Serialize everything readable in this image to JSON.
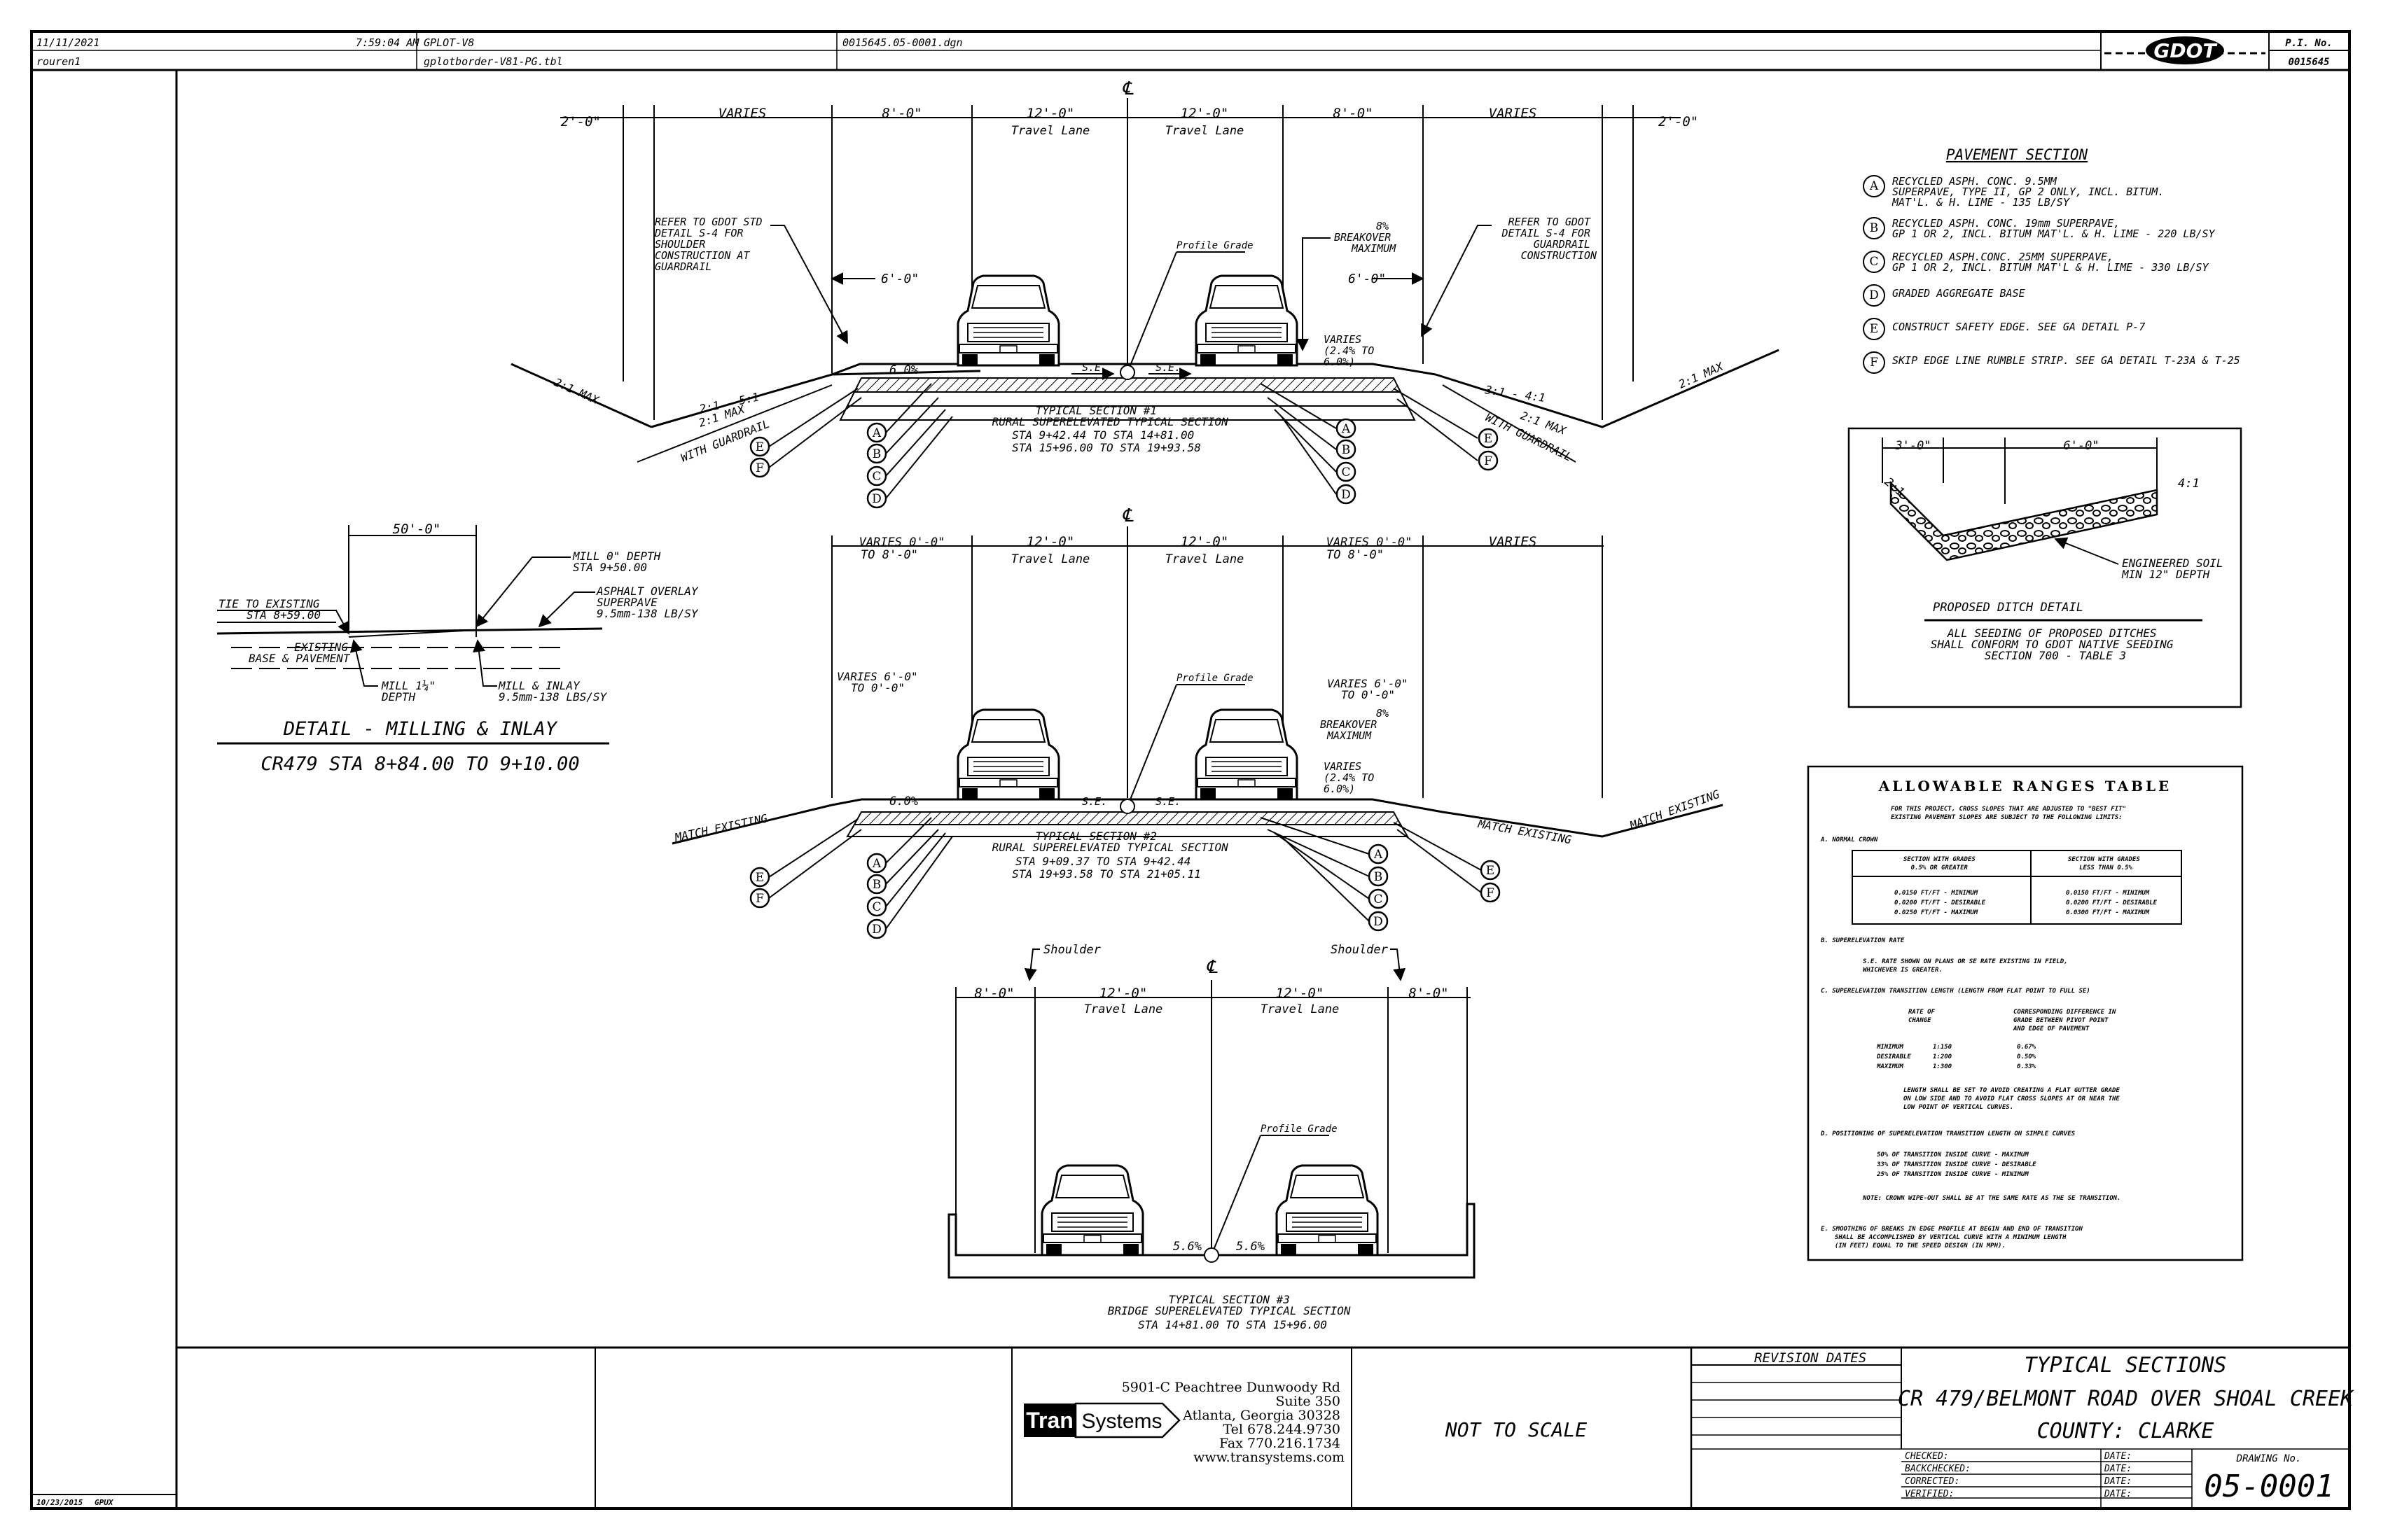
{
  "header": {
    "date": "11/11/2021",
    "user": "rouren1",
    "time": "7:59:04 AM",
    "plot_spec": "GPLOT-V8",
    "plot_border": "gplotborder-V81-PG.tbl",
    "file": "0015645.05-0001.dgn",
    "agency": "GDOT",
    "pi_label": "P.I. No.",
    "pi_number": "0015645",
    "stamp_left": "10/23/2015",
    "stamp_right": "GPUX"
  },
  "cl": "℄",
  "section1": {
    "dims": [
      "2'-0\"",
      "VARIES",
      "8'-0\"",
      "12'-0\"",
      "12'-0\"",
      "8'-0\"",
      "VARIES",
      "2'-0\""
    ],
    "lane_label": "Travel Lane",
    "shoulder_6": "6'-0\"",
    "shoulder_6r": "6'-0\"",
    "note_left": [
      "REFER TO GDOT STD",
      "DETAIL S-4 FOR",
      "SHOULDER",
      "CONSTRUCTION AT",
      "GUARDRAIL"
    ],
    "note_right": [
      "REFER TO GDOT",
      "DETAIL S-4 FOR",
      "GUARDRAIL",
      "CONSTRUCTION"
    ],
    "profile_grade": "Profile Grade",
    "breakover": [
      "8%",
      "BREAKOVER",
      "MAXIMUM"
    ],
    "varies": [
      "VARIES",
      "(2.4% TO",
      "6.0%)"
    ],
    "slope_pct": "6.0%",
    "se1": "S.E.",
    "se2": "S.E.",
    "slope_l1": "2:1 MAX",
    "slope_l2": "2:1 - 5:1",
    "slope_l3": "2:1 MAX",
    "slope_l4": "WITH GUARDRAIL",
    "slope_r1": "3:1 - 4:1",
    "slope_r2": "2:1 MAX",
    "slope_r3": "WITH GUARDRAIL",
    "slope_r4": "2:1 MAX",
    "title": [
      "TYPICAL SECTION #1",
      "RURAL SUPERELEVATED TYPICAL SECTION",
      "STA 9+42.44 TO STA 14+81.00",
      "STA 15+96.00 TO STA 19+93.58"
    ]
  },
  "section2": {
    "dims": [
      "VARIES 0'-0\"",
      "TO 8'-0\"",
      "12'-0\"",
      "12'-0\"",
      "VARIES 0'-0\"",
      "TO 8'-0\"",
      "VARIES"
    ],
    "lane_label": "Travel Lane",
    "varies_left": [
      "VARIES 6'-0\"",
      "TO 0'-0\""
    ],
    "varies_right": [
      "VARIES 6'-0\"",
      "TO 0'-0\""
    ],
    "profile_grade": "Profile Grade",
    "breakover": [
      "8%",
      "BREAKOVER",
      "MAXIMUM"
    ],
    "varies": [
      "VARIES",
      "(2.4% TO",
      "6.0%)"
    ],
    "slope_pct": "6.0%",
    "se1": "S.E.",
    "se2": "S.E.",
    "match_l": "MATCH EXISTING",
    "match_r1": "MATCH EXISTING",
    "match_r2": "MATCH EXISTING",
    "title": [
      "TYPICAL SECTION #2",
      "RURAL SUPERELEVATED TYPICAL SECTION",
      "STA 9+09.37 TO STA 9+42.44",
      "STA 19+93.58 TO STA 21+05.11"
    ]
  },
  "section3": {
    "shoulder_l": "Shoulder",
    "shoulder_r": "Shoulder",
    "dims": [
      "8'-0\"",
      "12'-0\"",
      "12'-0\"",
      "8'-0\""
    ],
    "lane_label": "Travel Lane",
    "profile_grade": "Profile Grade",
    "pct1": "5.6%",
    "pct2": "5.6%",
    "title": [
      "TYPICAL SECTION #3",
      "BRIDGE SUPERELEVATED TYPICAL SECTION",
      "STA 14+81.00 TO STA 15+96.00"
    ]
  },
  "callouts": [
    "A",
    "B",
    "C",
    "D",
    "E",
    "F"
  ],
  "pavement": {
    "heading": "PAVEMENT SECTION",
    "items": [
      {
        "key": "A",
        "lines": [
          "RECYCLED ASPH. CONC. 9.5MM",
          "SUPERPAVE, TYPE II, GP 2 ONLY, INCL. BITUM.",
          "MAT'L. & H. LIME - 135 LB/SY"
        ]
      },
      {
        "key": "B",
        "lines": [
          "RECYCLED ASPH. CONC. 19mm SUPERPAVE,",
          "GP 1 OR 2, INCL. BITUM MAT'L. & H. LIME - 220 LB/SY"
        ]
      },
      {
        "key": "C",
        "lines": [
          "RECYCLED ASPH.CONC. 25MM SUPERPAVE,",
          "GP 1 OR 2, INCL. BITUM MAT'L & H. LIME - 330 LB/SY"
        ]
      },
      {
        "key": "D",
        "lines": [
          "GRADED AGGREGATE BASE"
        ]
      },
      {
        "key": "E",
        "lines": [
          "CONSTRUCT SAFETY EDGE. SEE GA DETAIL P-7"
        ]
      },
      {
        "key": "F",
        "lines": [
          "SKIP EDGE LINE RUMBLE STRIP. SEE GA DETAIL T-23A & T-25"
        ]
      }
    ]
  },
  "ditch": {
    "dim1": "3'-0\"",
    "dim2": "6'-0\"",
    "slope_l": "2:1",
    "slope_r": "4:1",
    "soil": [
      "ENGINEERED SOIL",
      "MIN 12\" DEPTH"
    ],
    "title": "PROPOSED DITCH DETAIL",
    "note": [
      "ALL SEEDING OF PROPOSED DITCHES",
      "SHALL CONFORM TO GDOT NATIVE SEEDING",
      "SECTION 700 - TABLE 3"
    ]
  },
  "milling": {
    "dim": "50'-0\"",
    "mill0": [
      "MILL 0\" DEPTH",
      "STA 9+50.00"
    ],
    "overlay": [
      "ASPHALT OVERLAY",
      "SUPERPAVE",
      "9.5mm-138 LB/SY"
    ],
    "tie": [
      "TIE TO EXISTING",
      "STA 8+59.00"
    ],
    "existing": [
      "EXISTING",
      "BASE & PAVEMENT"
    ],
    "mill14": [
      "MILL 1¼\"",
      "DEPTH"
    ],
    "inlay": [
      "MILL & INLAY",
      "9.5mm-138 LBS/SY"
    ],
    "title": "DETAIL - MILLING & INLAY",
    "subtitle": "CR479 STA 8+84.00 TO 9+10.00"
  },
  "ranges": {
    "title": "ALLOWABLE RANGES TABLE",
    "intro": [
      "FOR THIS PROJECT, CROSS SLOPES THAT ARE ADJUSTED TO \"BEST FIT\"",
      "EXISTING PAVEMENT SLOPES ARE SUBJECT TO THE FOLLOWING LIMITS:"
    ],
    "a_head": "A.  NORMAL CROWN",
    "col1_head": [
      "SECTION WITH GRADES",
      "0.5% OR GREATER"
    ],
    "col2_head": [
      "SECTION WITH GRADES",
      "LESS THAN 0.5%"
    ],
    "col1": [
      "0.0150 FT/FT - MINIMUM",
      "0.0200 FT/FT - DESIRABLE",
      "0.0250 FT/FT - MAXIMUM"
    ],
    "col2": [
      "0.0150 FT/FT - MINIMUM",
      "0.0200 FT/FT - DESIRABLE",
      "0.0300 FT/FT - MAXIMUM"
    ],
    "b_head": "B.  SUPERELEVATION RATE",
    "b_text": [
      "S.E. RATE SHOWN ON PLANS OR SE RATE EXISTING IN FIELD,",
      "WHICHEVER IS GREATER."
    ],
    "c_head": "C.  SUPERELEVATION TRANSITION LENGTH  (LENGTH FROM FLAT POINT TO FULL SE)",
    "c_col1": [
      "RATE OF",
      "CHANGE"
    ],
    "c_col2": [
      "CORRESPONDING DIFFERENCE IN",
      "GRADE BETWEEN PIVOT POINT",
      "AND EDGE OF PAVEMENT"
    ],
    "c_rows": [
      [
        "MINIMUM",
        "1:150",
        "0.67%"
      ],
      [
        "DESIRABLE",
        "1:200",
        "0.50%"
      ],
      [
        "MAXIMUM",
        "1:300",
        "0.33%"
      ]
    ],
    "c_text": [
      "LENGTH SHALL BE SET TO AVOID CREATING A FLAT GUTTER GRADE",
      "ON LOW SIDE AND TO AVOID FLAT CROSS SLOPES AT OR NEAR THE",
      "LOW POINT OF VERTICAL CURVES."
    ],
    "d_head": "D.  POSITIONING OF SUPERELEVATION TRANSITION LENGTH ON SIMPLE CURVES",
    "d_rows": [
      "50% OF TRANSITION INSIDE CURVE - MAXIMUM",
      "33% OF TRANSITION INSIDE CURVE - DESIRABLE",
      "25% OF TRANSITION INSIDE CURVE - MINIMUM"
    ],
    "d_note": "NOTE: CROWN WIPE-OUT SHALL BE AT THE SAME RATE AS THE SE TRANSITION.",
    "e_text": [
      "E.  SMOOTHING OF BREAKS IN EDGE PROFILE AT BEGIN AND END OF TRANSITION",
      "SHALL BE ACCOMPLISHED BY VERTICAL CURVE WITH A MINIMUM LENGTH",
      "(IN FEET) EQUAL TO THE SPEED DESIGN (IN MPH)."
    ]
  },
  "titleblock": {
    "company_tran": "Tran",
    "company_sys": "Systems",
    "address": [
      "5901-C Peachtree Dunwoody Rd",
      "Suite 350",
      "Atlanta, Georgia 30328",
      "Tel 678.244.9730",
      "Fax 770.216.1734",
      "www.transystems.com"
    ],
    "scale": "NOT TO SCALE",
    "revision": "REVISION DATES",
    "title1": "TYPICAL SECTIONS",
    "title2": "CR 479/BELMONT ROAD OVER SHOAL CREEK",
    "title3": "COUNTY: CLARKE",
    "checked": "CHECKED:",
    "backchecked": "BACKCHECKED:",
    "corrected": "CORRECTED:",
    "verified": "VERIFIED:",
    "date": "DATE:",
    "drawing_label": "DRAWING No.",
    "drawing_no": "05-0001"
  }
}
